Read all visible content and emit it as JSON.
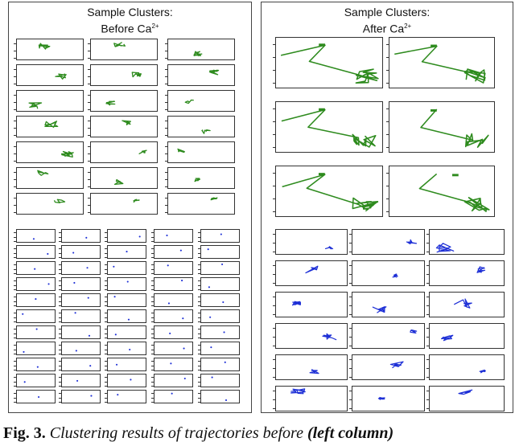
{
  "left_panel": {
    "title_line1": "Sample Clusters:",
    "title_line2": "Before Ca",
    "title_sup": "2+"
  },
  "right_panel": {
    "title_line1": "Sample Clusters:",
    "title_line2": "After Ca",
    "title_sup": "2+"
  },
  "caption": {
    "label": "Fig. 3.",
    "text": " Clustering results of trajectories before ",
    "emph": "(left column)"
  },
  "colors": {
    "green_trajectory": "#2e8b1e",
    "blue_trajectory": "#1d2fd6",
    "frame": "#333333"
  }
}
